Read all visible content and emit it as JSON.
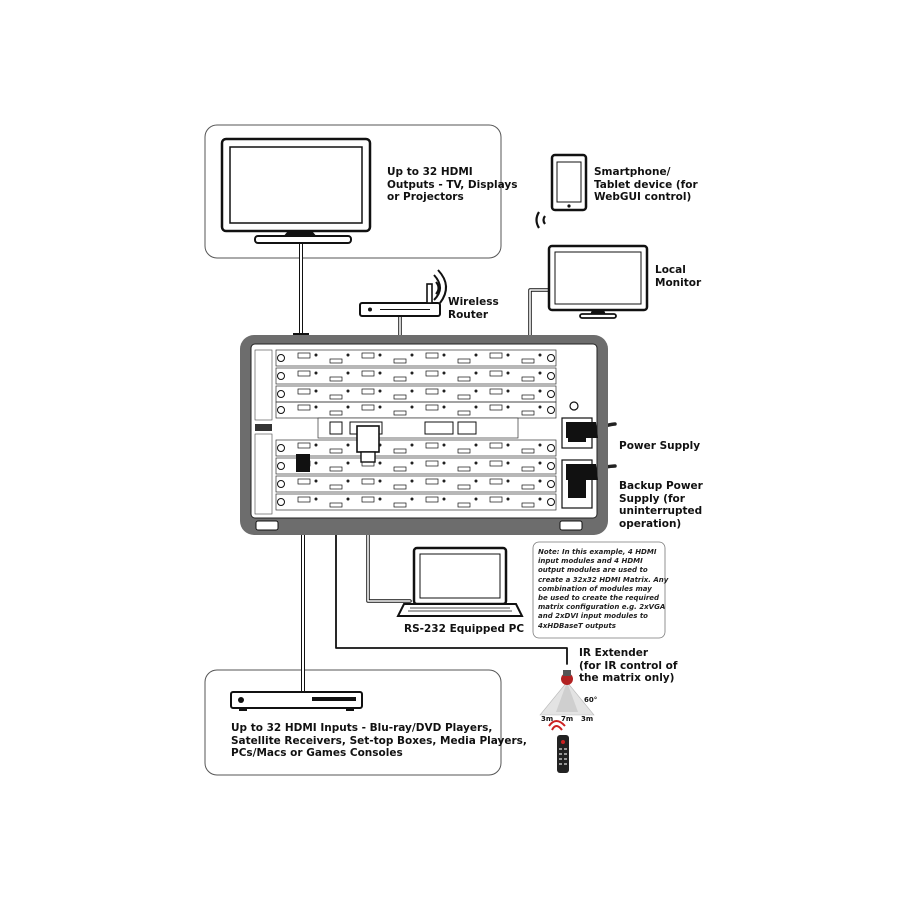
{
  "labels": {
    "outputs": "Up to 32 HDMI\nOutputs - TV, Displays\nor Projectors",
    "smartphone": "Smartphone/\nTablet device (for\nWebGUI control)",
    "local_monitor": "Local\nMonitor",
    "router": "Wireless\nRouter",
    "power_supply": "Power Supply",
    "backup_power": "Backup Power\nSupply (for\nuninterrupted\noperation)",
    "note": "Note: In this example, 4 HDMI\ninput modules and 4 HDMI\noutput modules are used to\ncreate a 32x32 HDMI Matrix. Any\ncombination of modules may\nbe used to create the required\nmatrix configuration e.g. 2xVGA\nand 2xDVI input modules to\n4xHDBaseT outputs",
    "rs232_pc": "RS-232 Equipped PC",
    "ir_extender": "IR Extender\n(for IR control of\nthe matrix only)",
    "inputs": "Up to 32 HDMI Inputs - Blu-ray/DVD Players,\nSatellite Receivers, Set-top Boxes, Media Players,\nPCs/Macs or Games Consoles",
    "ir_angle": "60°",
    "ir_left": "3m",
    "ir_center": "7m",
    "ir_right": "3m"
  }
}
